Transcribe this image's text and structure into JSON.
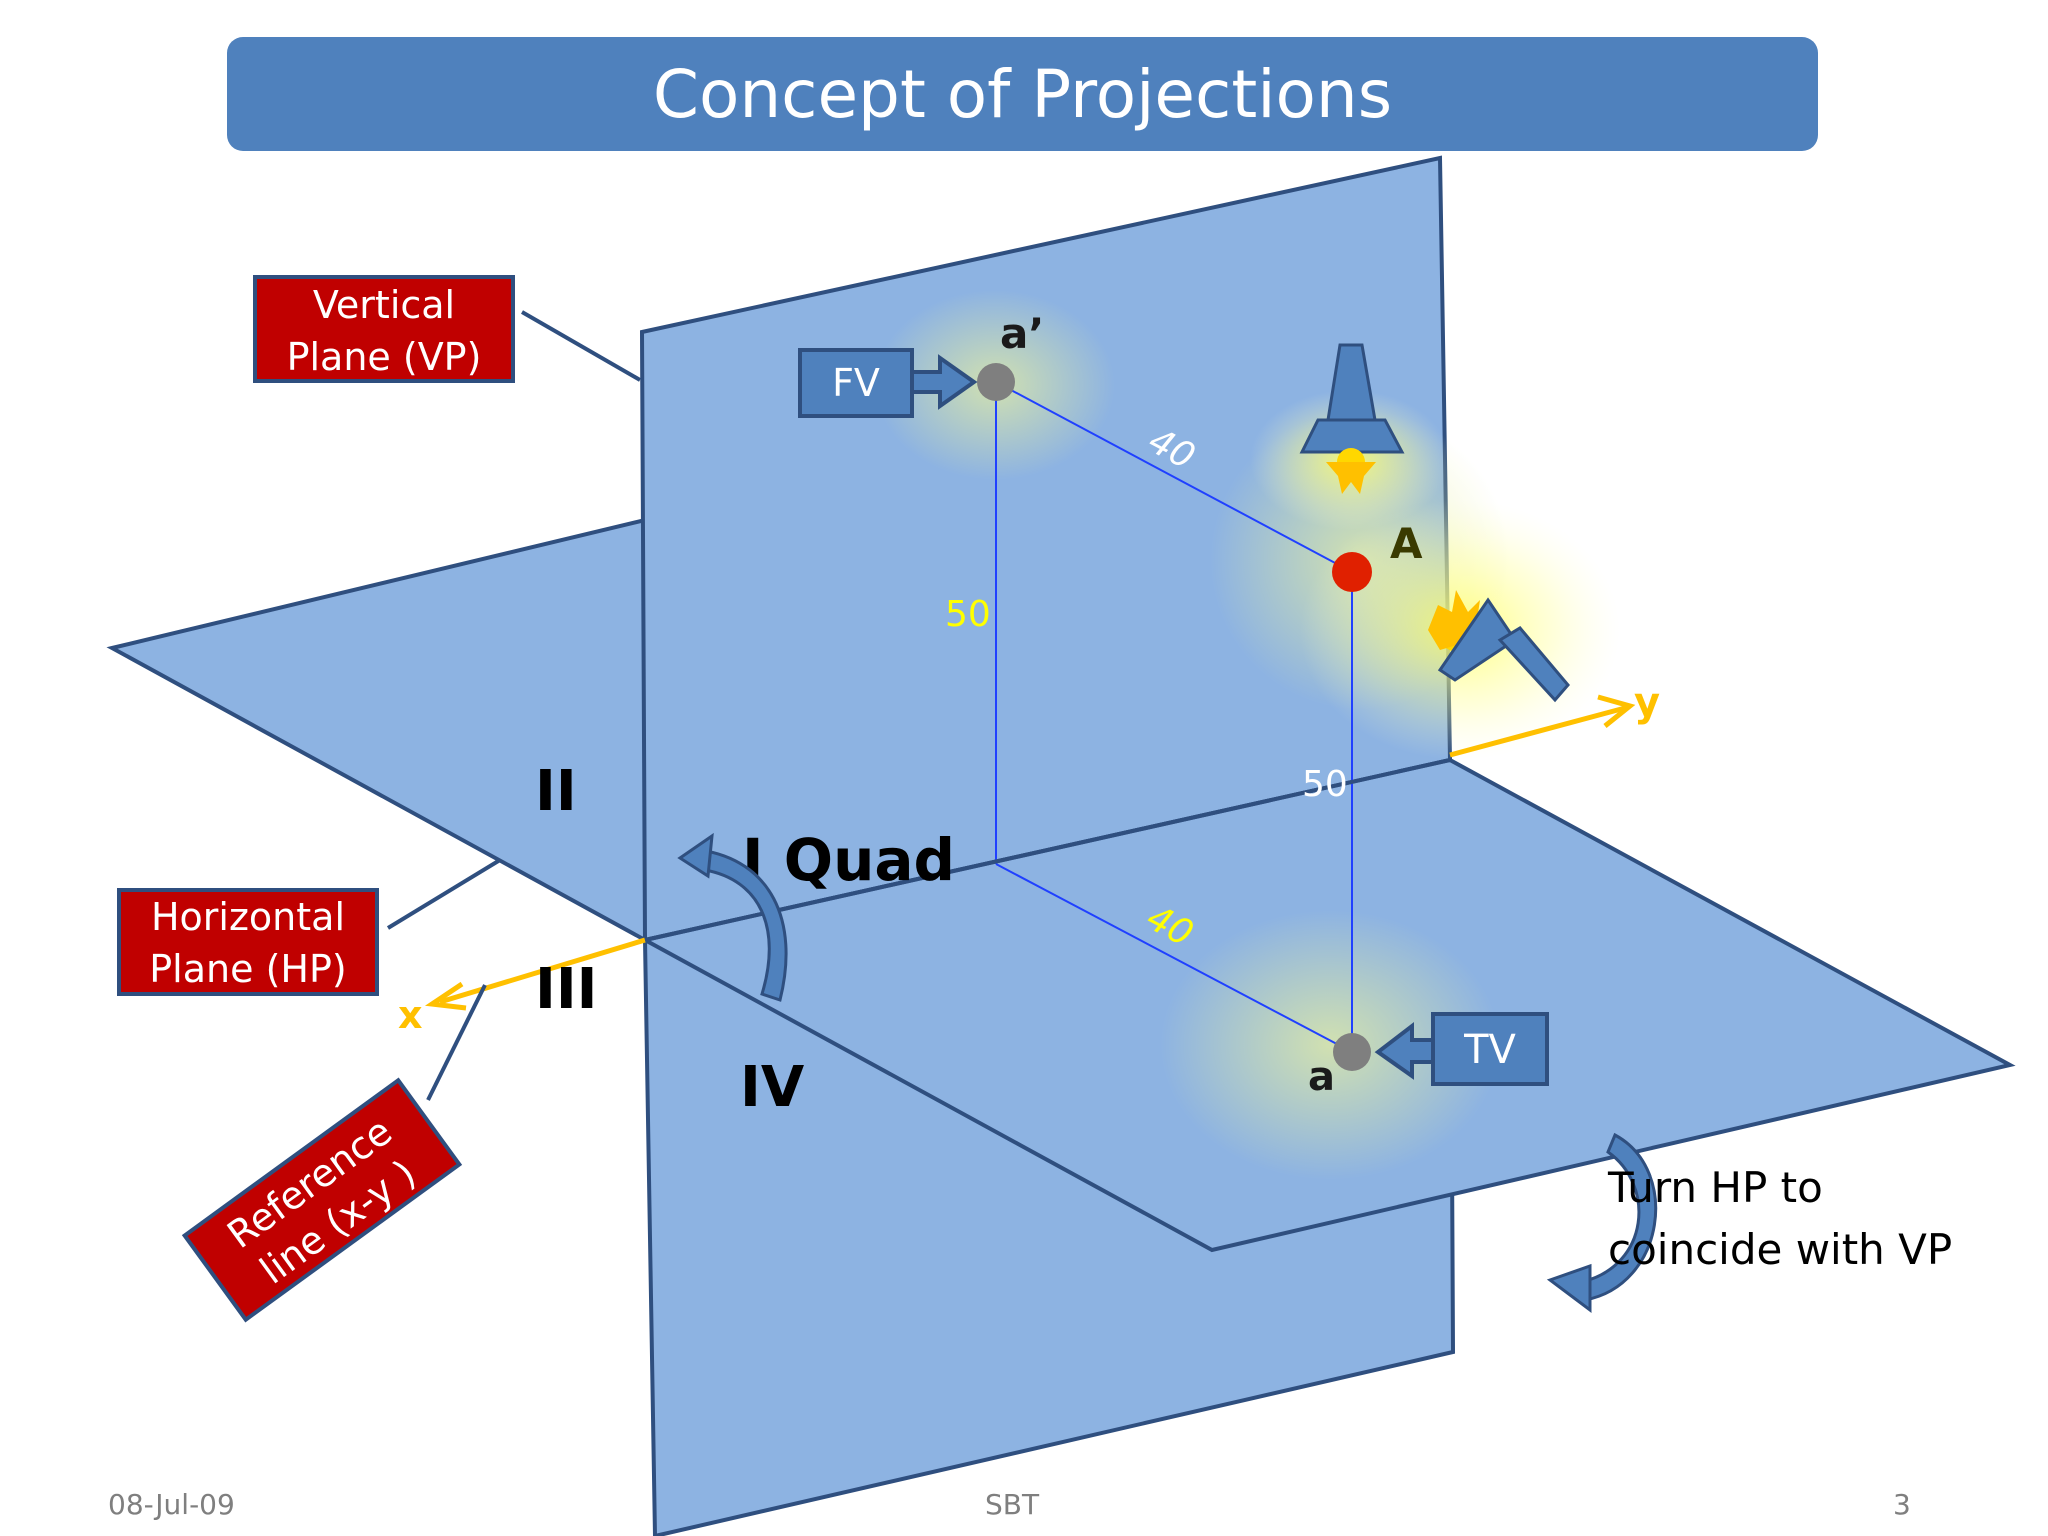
{
  "title": "Concept of Projections",
  "callouts": {
    "vp_line1": "Vertical",
    "vp_line2": "Plane (VP)",
    "hp_line1": "Horizontal",
    "hp_line2": "Plane (HP)",
    "ref_line1": "Reference",
    "ref_line2": "line (x-y )"
  },
  "views": {
    "fv": "FV",
    "tv": "TV"
  },
  "points": {
    "front": "a’",
    "top": "a",
    "object": "A"
  },
  "axes": {
    "x": "x",
    "y": "y"
  },
  "quadrants": {
    "q1": "I Quad",
    "q2": "II",
    "q3": "III",
    "q4": "IV"
  },
  "dimensions": {
    "vp_vertical": "50",
    "vp_diagonal": "40",
    "hp_diagonal": "40",
    "object_vertical": "50"
  },
  "note": {
    "line1": "Turn HP to",
    "line2": "coincide with VP"
  },
  "footer": {
    "date": "08-Jul-09",
    "center": "SBT",
    "page": "3"
  },
  "colors": {
    "title_bg": "#4F81BD",
    "plane": "#8DB3E2",
    "plane_edge": "#2F4F7F",
    "callout_red": "#C00000",
    "axis": "#FFC000",
    "dimension_yellow": "#FFFF00",
    "point_gray": "#7F7F7F",
    "point_red": "#E02000"
  }
}
